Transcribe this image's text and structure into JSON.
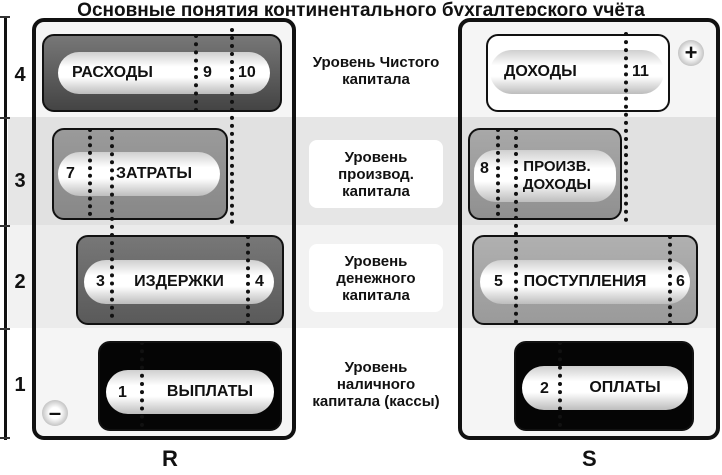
{
  "title": "Основные понятия континентального бухгалтерского учёта",
  "levels": [
    "4",
    "3",
    "2",
    "1"
  ],
  "columns": {
    "left": "R",
    "right": "S"
  },
  "signs": {
    "plus": "+",
    "minus": "–"
  },
  "middle": {
    "level4": "Уровень Чистого капитала",
    "level3": "Уровень производ. капитала",
    "level2": "Уровень денежного капитала",
    "level1": "Уровень наличного капитала (кассы)"
  },
  "left_boxes": {
    "rashody": {
      "label": "РАСХОДЫ",
      "num_a": "9",
      "num_b": "10"
    },
    "zatraty": {
      "label": "ЗАТРАТЫ",
      "num": "7"
    },
    "izderzhki": {
      "label": "ИЗДЕРЖКИ",
      "num_a": "3",
      "num_b": "4"
    },
    "vyplaty": {
      "label": "ВЫПЛАТЫ",
      "num": "1"
    }
  },
  "right_boxes": {
    "dohody": {
      "label": "ДОХОДЫ",
      "num": "11"
    },
    "proizv": {
      "label_1": "ПРОИЗВ.",
      "label_2": "ДОХОДЫ",
      "num": "8"
    },
    "postupleniya": {
      "label": "ПОСТУПЛЕНИЯ",
      "num_a": "5",
      "num_b": "6"
    },
    "oplaty": {
      "label": "ОПЛАТЫ",
      "num": "2"
    }
  }
}
